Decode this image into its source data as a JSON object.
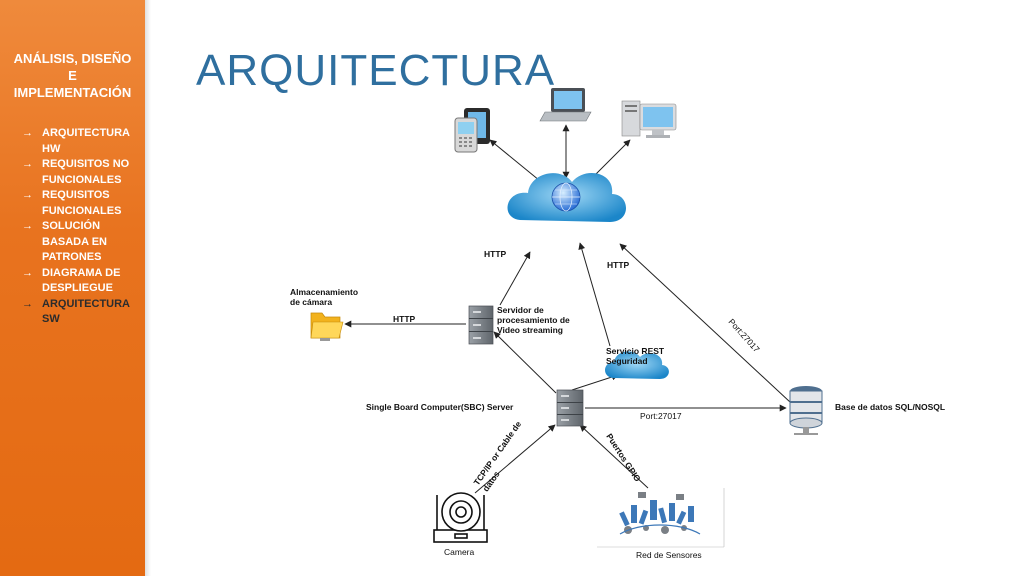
{
  "sidebar": {
    "heading_lines": [
      "ANÁLISIS, DISEÑO",
      "E",
      "IMPLEMENTACIÓN"
    ],
    "items": [
      {
        "label": "ARQUITECTURA HW",
        "active": false
      },
      {
        "label": "REQUISITOS NO FUNCIONALES",
        "active": false
      },
      {
        "label": "REQUISITOS FUNCIONALES",
        "active": false
      },
      {
        "label": "SOLUCIÓN BASADA EN PATRONES",
        "active": false
      },
      {
        "label": "DIAGRAMA DE DESPLIEGUE",
        "active": false
      },
      {
        "label": "ARQUITECTURA SW",
        "active": true
      }
    ],
    "accent_color": "#e8731f"
  },
  "slide": {
    "title": "ARQUITECTURA",
    "title_color": "#2f6f9f"
  },
  "diagram": {
    "nodes": {
      "phone": {
        "icon": "mobile-phone-icon"
      },
      "laptop": {
        "icon": "laptop-icon"
      },
      "desktop": {
        "icon": "desktop-computer-icon"
      },
      "internet": {
        "icon": "internet-cloud-icon"
      },
      "storage": {
        "label_lines": [
          "Almacenamiento",
          "de cámara"
        ],
        "icon": "folder-icon"
      },
      "video_server": {
        "label_lines": [
          "Servidor de",
          "procesamiento de",
          "Video streaming"
        ],
        "icon": "server-icon"
      },
      "rest_service": {
        "label_lines": [
          "Servicio REST",
          "Seguridad"
        ],
        "icon": "cloud-icon"
      },
      "sbc": {
        "label": "Single Board Computer(SBC) Server",
        "icon": "server-icon"
      },
      "database": {
        "label": "Base de datos SQL/NOSQL",
        "icon": "database-icon"
      },
      "camera": {
        "label": "Camera",
        "icon": "camera-icon"
      },
      "sensors": {
        "label": "Red de Sensores",
        "icon": "sensor-network-icon"
      }
    },
    "edges": {
      "video_to_internet": "HTTP",
      "rest_to_internet": "HTTP",
      "storage_to_video": "HTTP",
      "db_to_internet": "Port:27017",
      "sbc_to_db": "Port:27017",
      "camera_to_sbc": [
        "TCP/IP or Cable de",
        "datos"
      ],
      "sensors_to_sbc": "Puertos GPIO"
    }
  }
}
